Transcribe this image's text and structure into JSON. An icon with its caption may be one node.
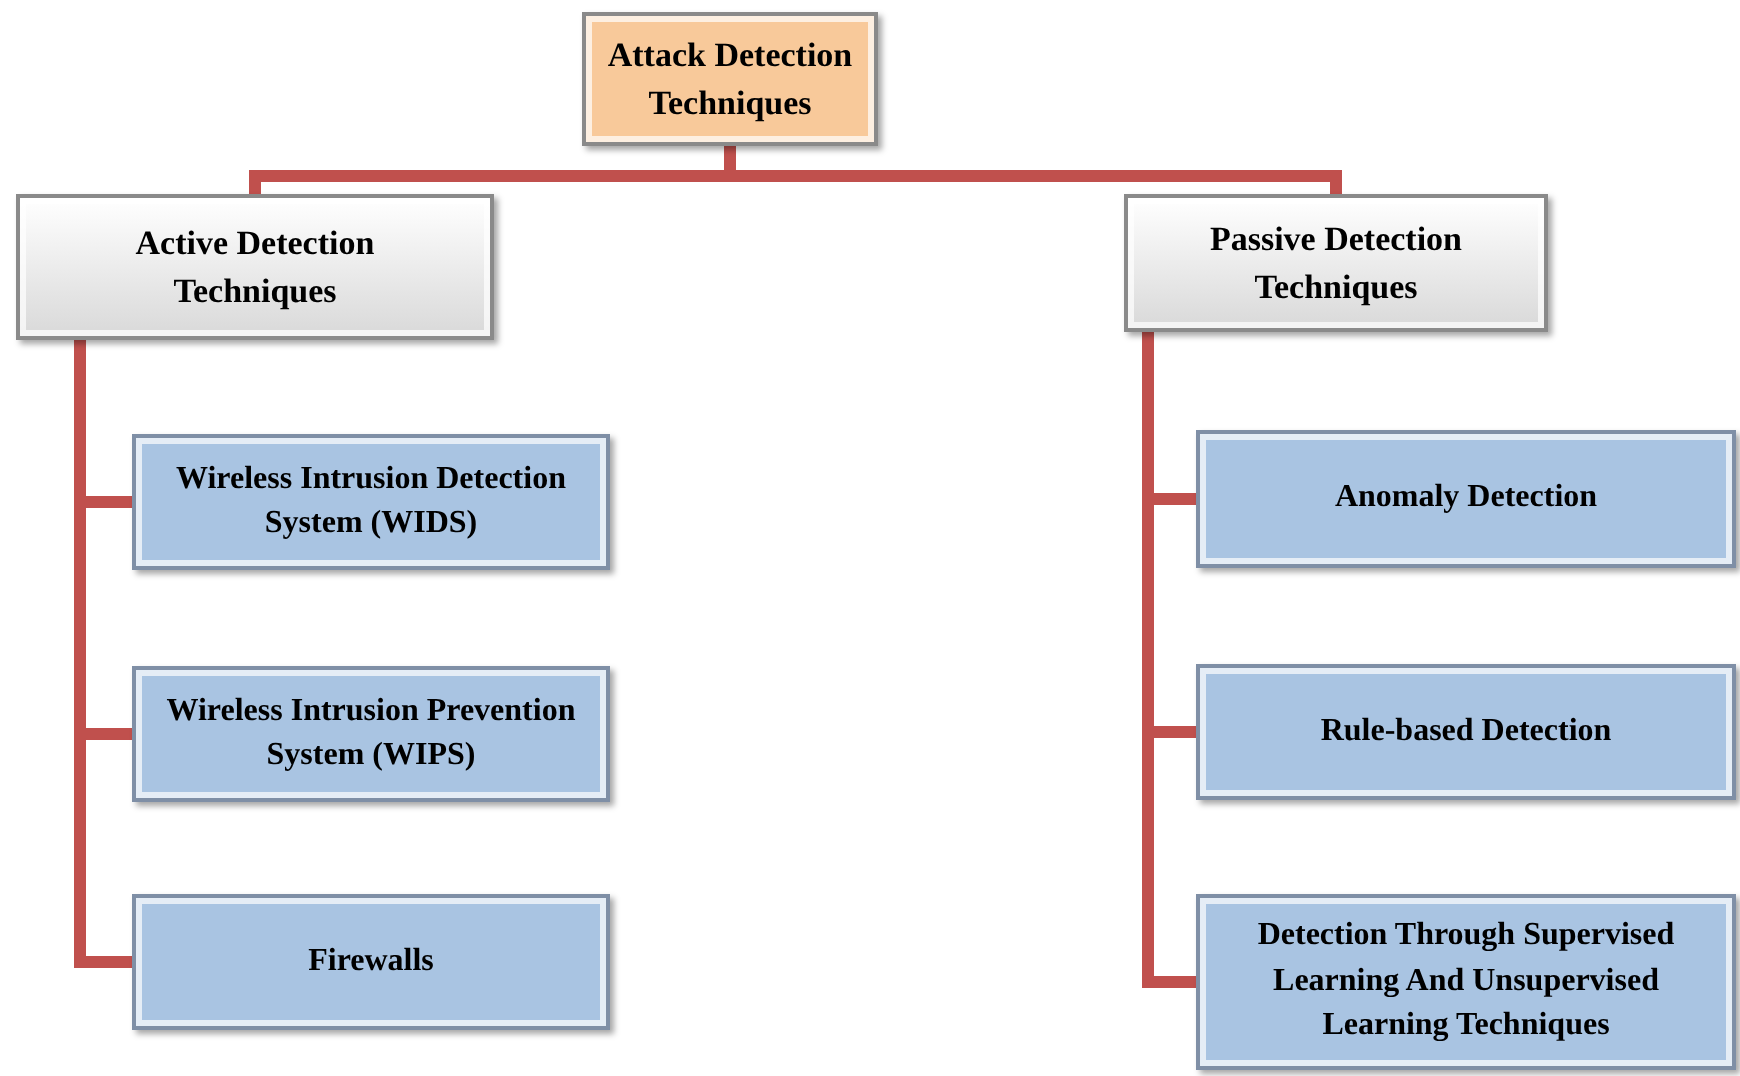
{
  "diagram": {
    "nodes": [
      {
        "text": [
          "Attack Detection Techniques"
        ]
      },
      {
        "text": [
          "Active Detection Techniques"
        ]
      },
      {
        "text": [
          "Passive Detection Techniques"
        ]
      },
      {
        "text": [
          "Wireless Intrusion Detection System (WIDS)"
        ]
      },
      {
        "text": [
          "Wireless Intrusion Prevention System (WIPS)"
        ]
      },
      {
        "text": [
          "Firewalls"
        ]
      },
      {
        "text": [
          "Anomaly Detection"
        ]
      },
      {
        "text": [
          "Rule-based Detection"
        ]
      },
      {
        "text": [
          "Detection Through Supervised Learning And Unsupervised Learning Techniques"
        ]
      }
    ],
    "edges": [
      {
        "from": 0,
        "to": 1,
        "arrow": "none"
      },
      {
        "from": 0,
        "to": 2,
        "arrow": "none"
      },
      {
        "from": 1,
        "to": 3,
        "arrow": "none"
      },
      {
        "from": 1,
        "to": 4,
        "arrow": "none"
      },
      {
        "from": 1,
        "to": 5,
        "arrow": "none"
      },
      {
        "from": 2,
        "to": 6,
        "arrow": "none"
      },
      {
        "from": 2,
        "to": 7,
        "arrow": "none"
      },
      {
        "from": 2,
        "to": 8,
        "arrow": "none"
      }
    ]
  }
}
